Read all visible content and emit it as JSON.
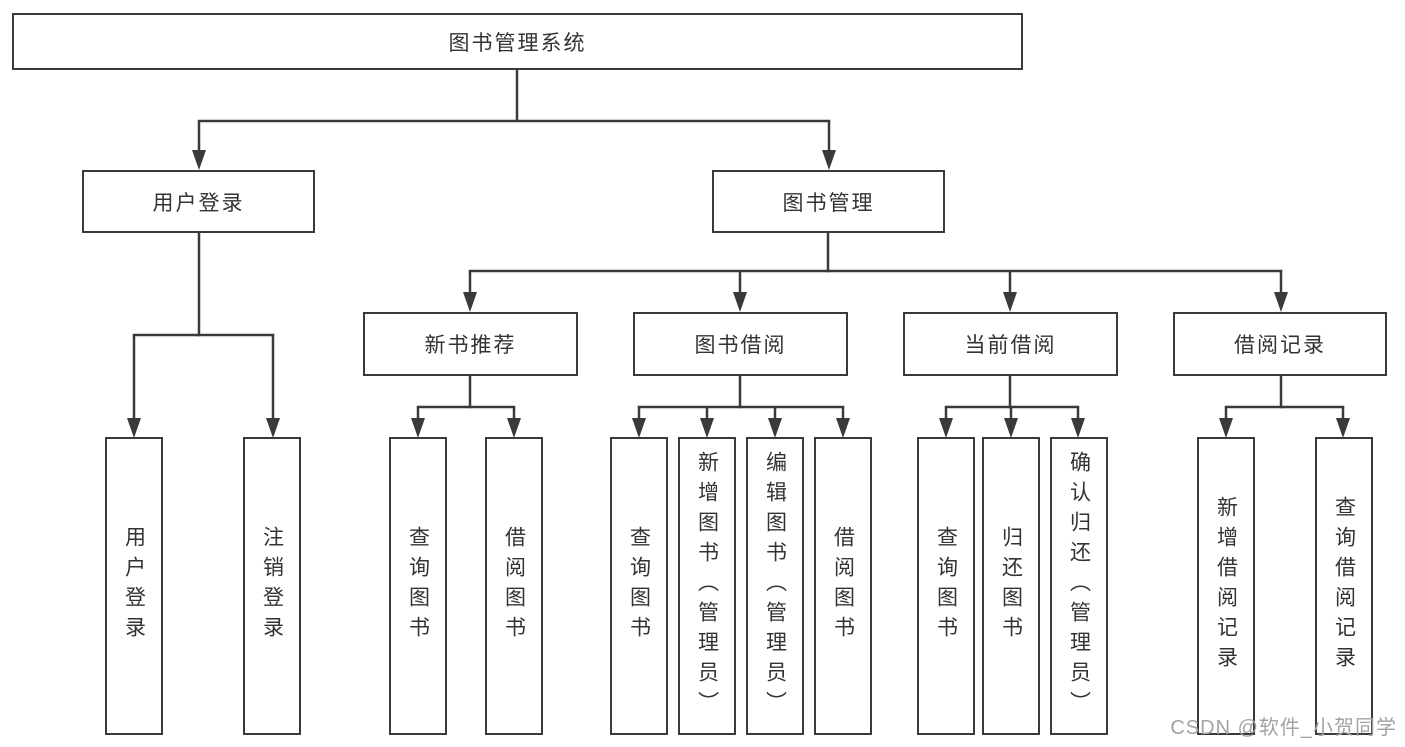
{
  "watermark": "CSDN @软件_小贺同学",
  "colors": {
    "line": "#3a3a3a",
    "box_border": "#3a3a3a",
    "text": "#333333",
    "watermark": "#a3a3a3",
    "background": "#ffffff"
  },
  "tree": {
    "root": {
      "label": "图书管理系统"
    },
    "children": [
      {
        "label": "用户登录",
        "children": [
          {
            "label": "用户登录"
          },
          {
            "label": "注销登录"
          }
        ]
      },
      {
        "label": "图书管理",
        "children": [
          {
            "label": "新书推荐",
            "children": [
              {
                "label": "查询图书"
              },
              {
                "label": "借阅图书"
              }
            ]
          },
          {
            "label": "图书借阅",
            "children": [
              {
                "label": "查询图书"
              },
              {
                "label": "新增图书（管理员）"
              },
              {
                "label": "编辑图书（管理员）"
              },
              {
                "label": "借阅图书"
              }
            ]
          },
          {
            "label": "当前借阅",
            "children": [
              {
                "label": "查询图书"
              },
              {
                "label": "归还图书"
              },
              {
                "label": "确认归还（管理员）"
              }
            ]
          },
          {
            "label": "借阅记录",
            "children": [
              {
                "label": "新增借阅记录"
              },
              {
                "label": "查询借阅记录"
              }
            ]
          }
        ]
      }
    ]
  }
}
